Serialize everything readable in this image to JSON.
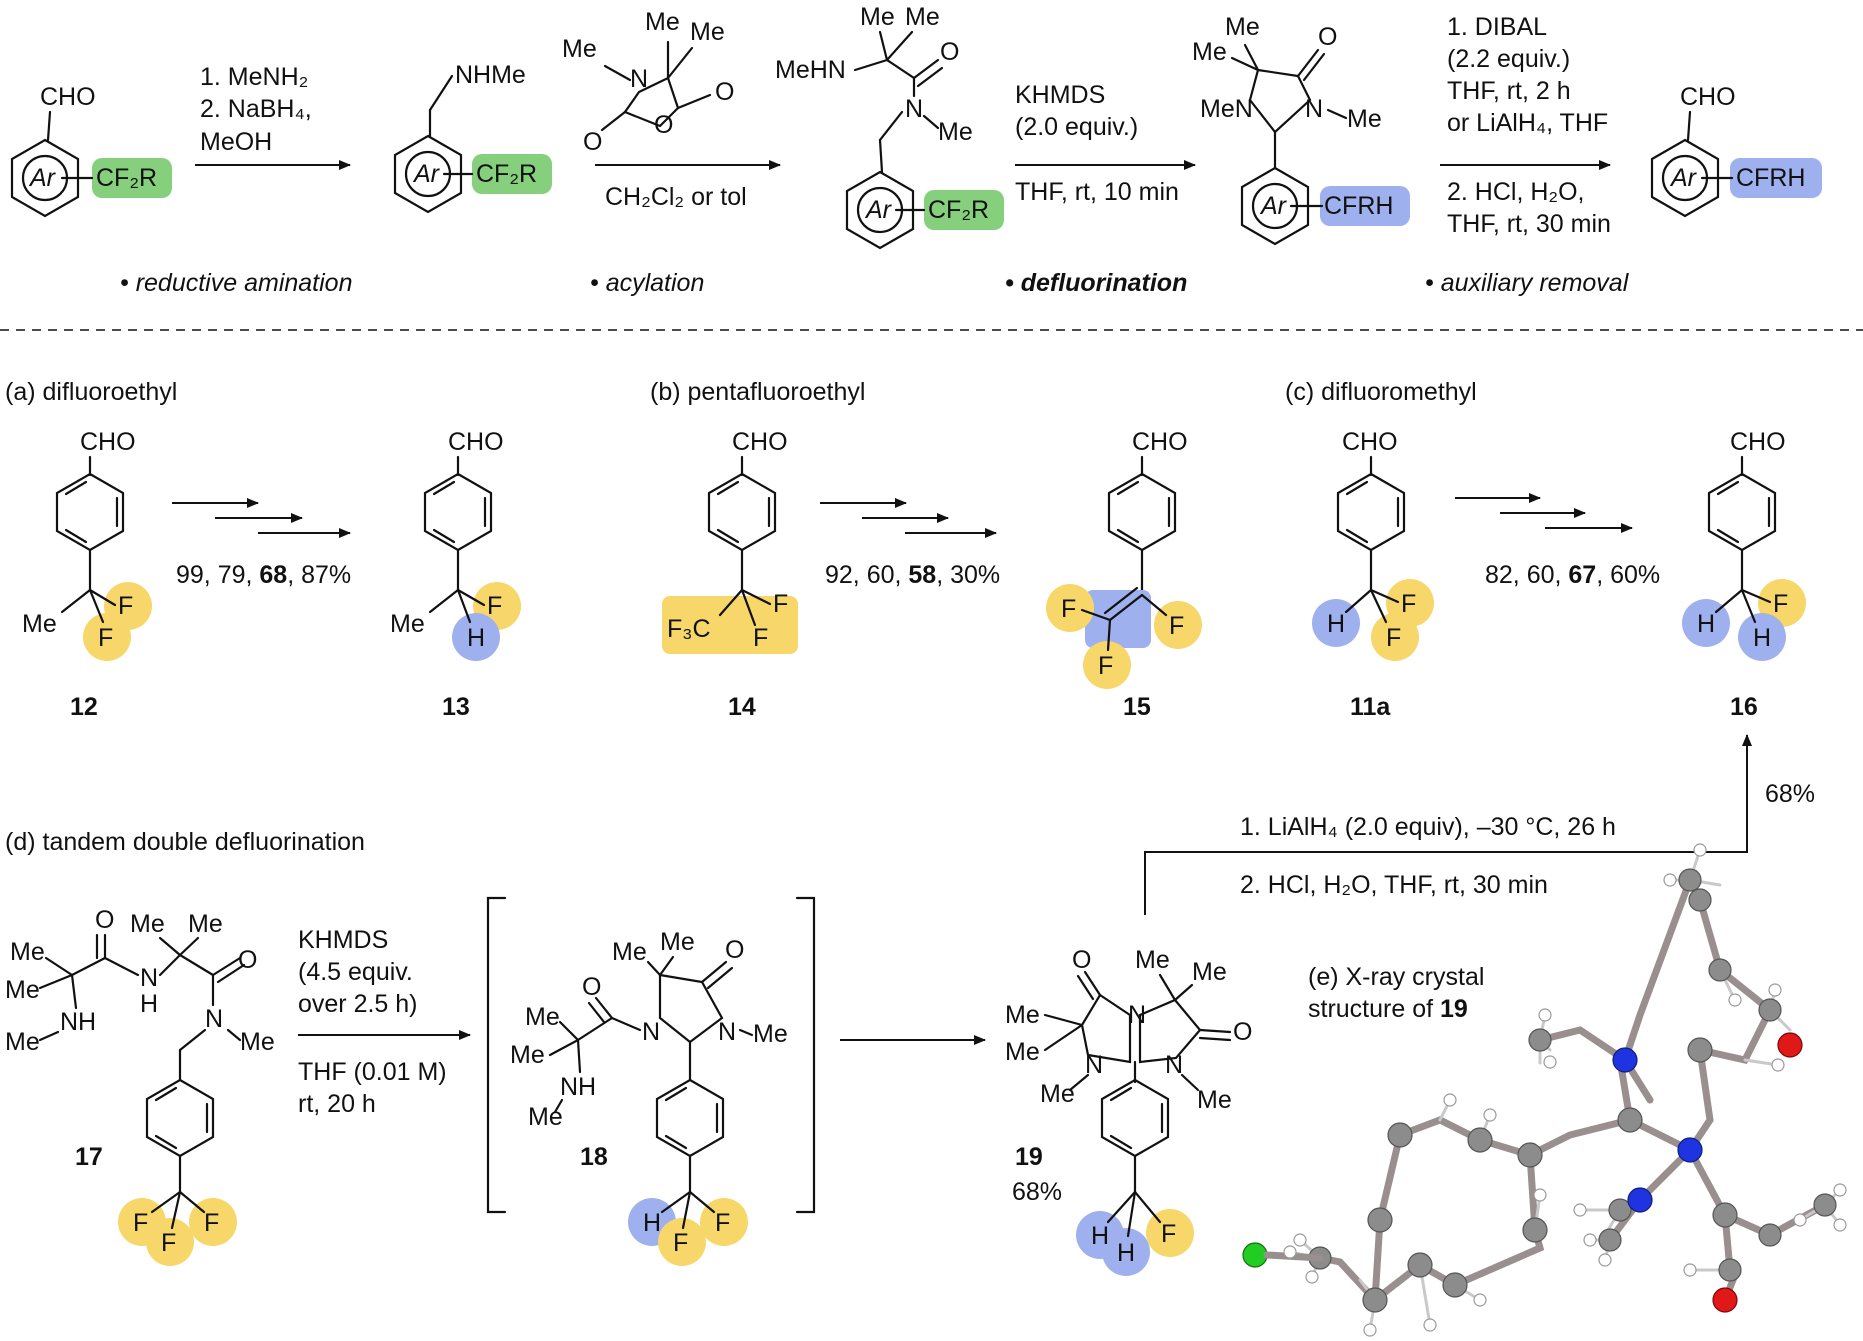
{
  "colors": {
    "green_highlight": "#86cf7d",
    "blue_highlight": "#9fb0ee",
    "yellow_highlight": "#f7d66a",
    "atom_nitrogen": "#1f33e0",
    "atom_oxygen": "#e01818",
    "atom_fluorine_or_chlorine": "#22cc22",
    "atom_carbon": "#8c8c8c"
  },
  "top_scheme": {
    "step1_reagents": [
      "1. MeNH₂",
      "2. NaBH₄,",
      "MeOH"
    ],
    "step2_reagent": "CH₂Cl₂ or tol",
    "step3_reagents": [
      "KHMDS",
      "(2.0 equiv.)",
      "THF, rt, 10 min"
    ],
    "step4_reagents": [
      "1. DIBAL",
      "(2.2 equiv.)",
      "THF, rt, 2 h",
      "or LiAlH₄, THF",
      "2. HCl, H₂O,",
      "THF, rt, 30 min"
    ],
    "captions": [
      "• reductive amination",
      "• acylation",
      "• defluorination",
      "• auxiliary removal"
    ],
    "labels": {
      "cho": "CHO",
      "ar": "Ar",
      "cf2r": "CF₂R",
      "cfrh": "CFRH",
      "nhme": "NHMe",
      "mehn": "MeHN",
      "me": "Me",
      "n": "N",
      "o": "O",
      "men": "MeN"
    }
  },
  "panel_a": {
    "title": "(a) difluoroethyl",
    "yields": "99, 79, ",
    "yield_bold": "68",
    "yield_end": ", 87%",
    "start": "12",
    "product": "13"
  },
  "panel_b": {
    "title": "(b) pentafluoroethyl",
    "yields": "92, 60, ",
    "yield_bold": "58",
    "yield_end": ", 30%",
    "start": "14",
    "product": "15",
    "f3c": "F₃C"
  },
  "panel_c": {
    "title": "(c) difluoromethyl",
    "yields": "82, 60, ",
    "yield_bold": "67",
    "yield_end": ", 60%",
    "start": "11a",
    "product": "16"
  },
  "panel_d": {
    "title": "(d) tandem double defluorination",
    "reagents": [
      "KHMDS",
      "(4.5 equiv.",
      "over 2.5 h)",
      "THF (0.01 M)",
      "rt, 20 h"
    ],
    "final_reagents": [
      "1. LiAlH₄ (2.0 equiv), –30 °C, 26 h",
      "2. HCl, H₂O, THF, rt, 30 min"
    ],
    "final_yield": "68%",
    "compound_17": "17",
    "compound_18": "18",
    "compound_19": "19",
    "yield_19": "68%"
  },
  "panel_e": {
    "title_line1": "(e) X-ray crystal",
    "title_line2": "structure of ",
    "title_bold": "19"
  },
  "atoms": {
    "f": "F",
    "h": "H",
    "me": "Me",
    "nh": "NH",
    "n": "N",
    "o": "O",
    "cho": "CHO"
  }
}
